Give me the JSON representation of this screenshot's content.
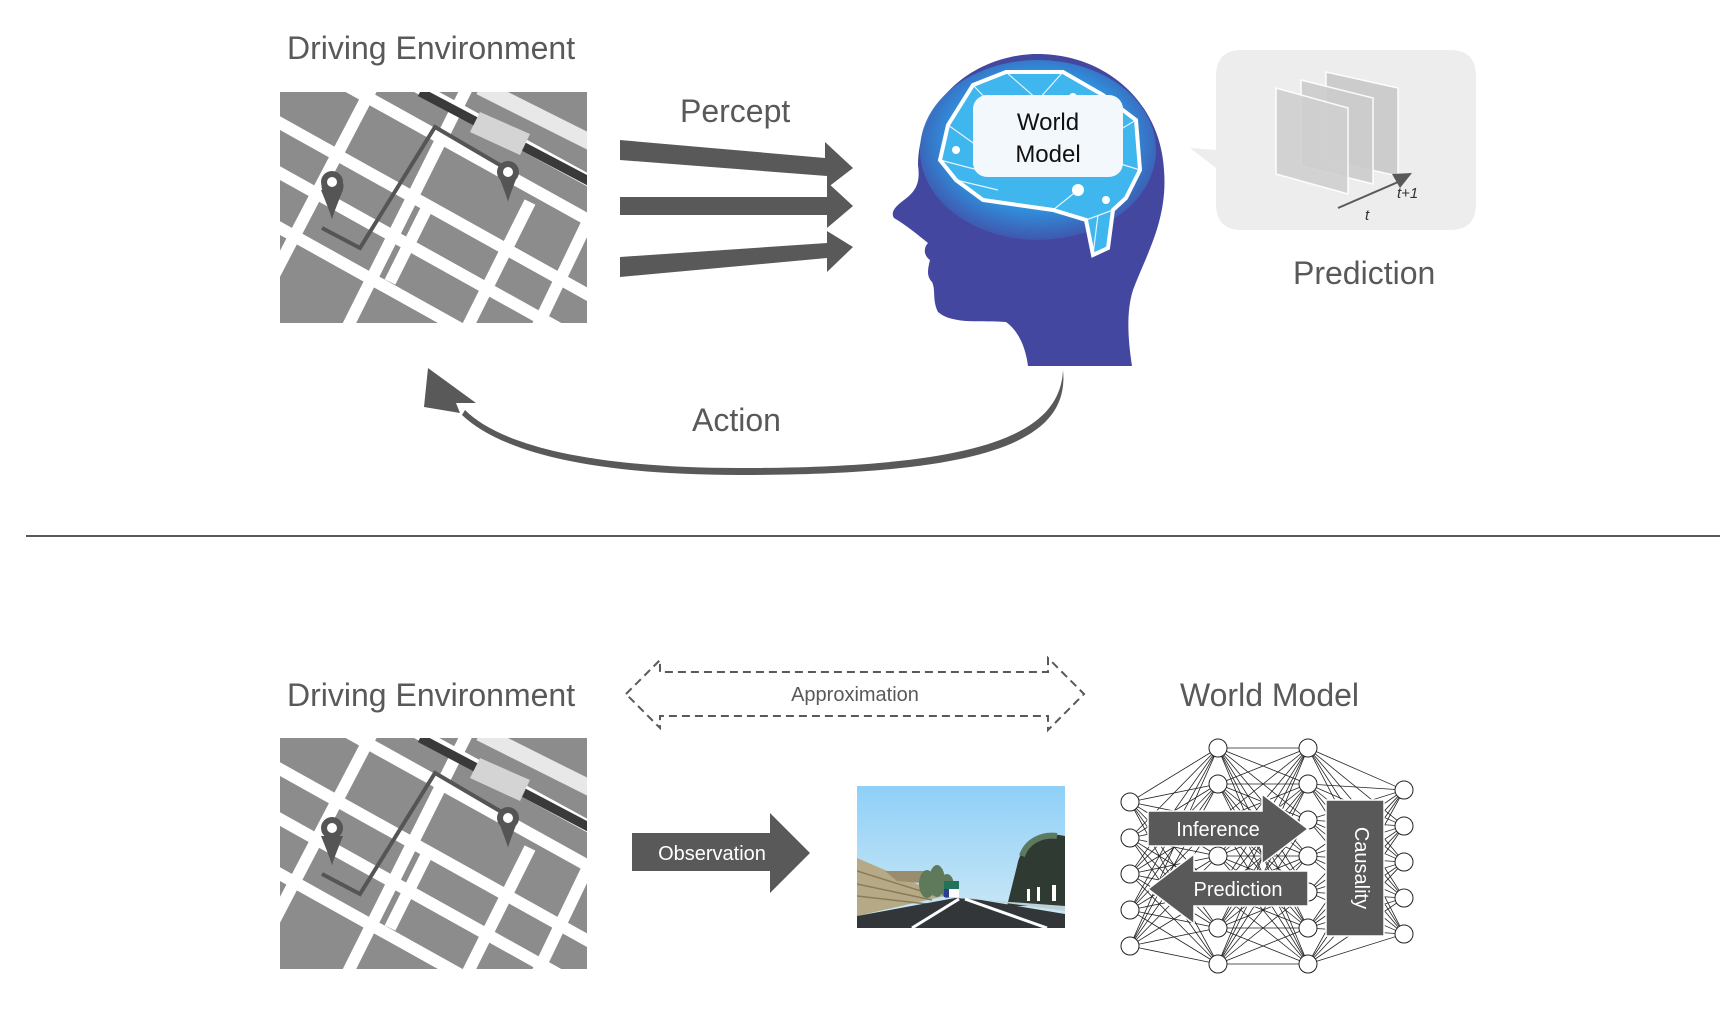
{
  "top": {
    "env_title": "Driving Environment",
    "percept_label": "Percept",
    "world_model_label_line1": "World",
    "world_model_label_line2": "Model",
    "prediction_label": "Prediction",
    "time_t": "t",
    "time_t1": "t+1",
    "action_label": "Action"
  },
  "bottom": {
    "env_title": "Driving Environment",
    "approximation_label": "Approximation",
    "observation_label": "Observation",
    "world_model_title": "World Model",
    "inference_label": "Inference",
    "prediction_label": "Prediction",
    "causality_label": "Causality"
  },
  "colors": {
    "arrow_gray": "#595959",
    "head_blue": "#4347a0",
    "brain_cyan": "#33b5ee",
    "map_block": "#8c8c8c",
    "bubble_bg": "#ededed"
  }
}
